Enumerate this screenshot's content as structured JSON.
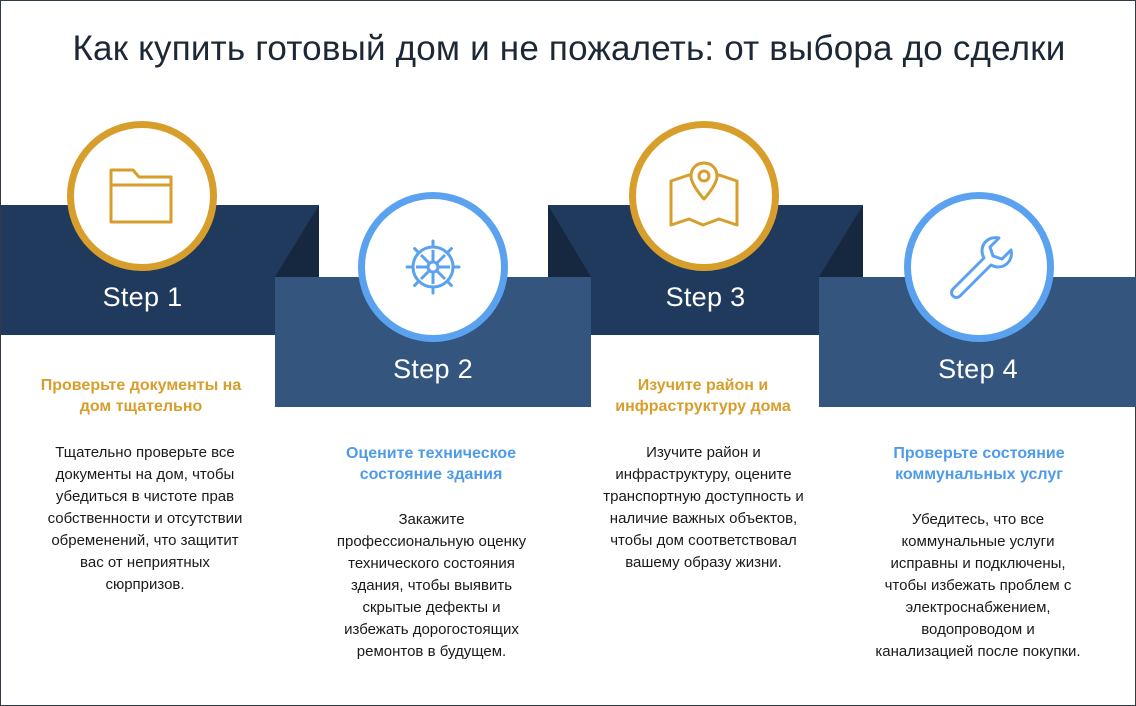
{
  "title": "Как купить готовый дом и не пожалеть: от выбора до сделки",
  "colors": {
    "dark_band": "#1f3a5c",
    "light_band": "#34567e",
    "gold_accent": "#d79e2c",
    "blue_accent": "#5aa2ef"
  },
  "steps": [
    {
      "label": "Step 1",
      "icon": "folder-icon",
      "heading": "Проверьте документы на дом тщательно",
      "description": "Тщательно проверьте все документы на дом, чтобы убедиться в чистоте прав собственности и отсутствии обременений, что защитит вас от неприятных сюрпризов."
    },
    {
      "label": "Step 2",
      "icon": "gear-icon",
      "heading": "Оцените техническое состояние здания",
      "description": "Закажите профессиональную оценку технического состояния здания, чтобы выявить скрытые дефекты и избежать дорогостоящих ремонтов в будущем."
    },
    {
      "label": "Step 3",
      "icon": "map-pin-icon",
      "heading": "Изучите район и инфраструктуру дома",
      "description": "Изучите район и инфраструктуру, оцените транспортную доступность и наличие важных объектов, чтобы дом соответствовал вашему образу жизни."
    },
    {
      "label": "Step 4",
      "icon": "wrench-icon",
      "heading": "Проверьте состояние коммунальных услуг",
      "description": "Убедитесь, что все коммунальные услуги исправны и подключены, чтобы избежать проблем с электроснабжением, водопроводом и канализацией после покупки."
    }
  ]
}
